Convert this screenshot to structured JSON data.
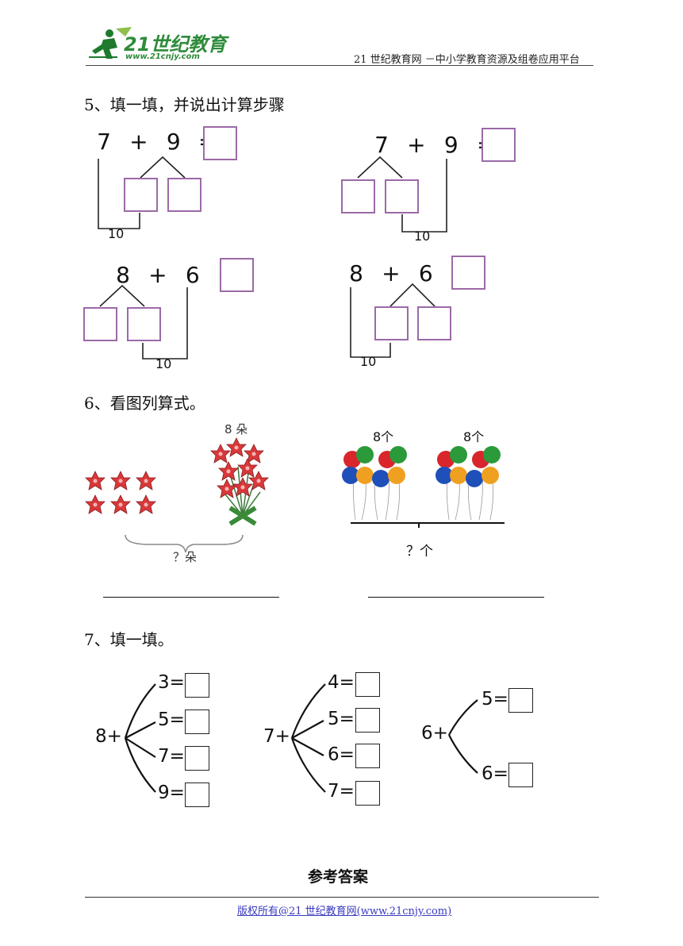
{
  "header": {
    "logo_text": "21世纪教育",
    "logo_url": "www.21cnjy.com",
    "right_text": "21 世纪教育网 －中小学教育资源及组卷应用平台"
  },
  "q5": {
    "title": "5、填一填，并说出计算步骤",
    "eq1": {
      "a": "7",
      "op": "+",
      "b": "9",
      "eq": "=",
      "ten": "10"
    },
    "eq2": {
      "a": "7",
      "op": "+",
      "b": "9",
      "eq": "=",
      "ten": "10"
    },
    "eq3": {
      "a": "8",
      "op": "+",
      "b": "6",
      "eq": "=",
      "ten": "10"
    },
    "eq4": {
      "a": "8",
      "op": "+",
      "b": "6",
      "eq": "=",
      "ten": "10"
    }
  },
  "q6": {
    "title": "6、看图列算式。",
    "flowers": {
      "bunch_label": "8 朵",
      "question_label": "？朵"
    },
    "balloons": {
      "left_label": "8个",
      "right_label": "8个",
      "question_label": "？个"
    }
  },
  "q7": {
    "title": "7、填一填。",
    "tree1": {
      "base": "8+",
      "items": [
        "3=",
        "5=",
        "7=",
        "9="
      ]
    },
    "tree2": {
      "base": "7+",
      "items": [
        "4=",
        "5=",
        "6=",
        "7="
      ]
    },
    "tree3": {
      "base": "6+",
      "items": [
        "5=",
        "6="
      ]
    }
  },
  "answer_title": "参考答案",
  "footer": "版权所有@21 世纪教育网(www.21cnjy.com)",
  "colors": {
    "box_border": "#9b6aa7",
    "logo_green": "#2e8b3a",
    "footer_link": "#3a3ac0"
  }
}
